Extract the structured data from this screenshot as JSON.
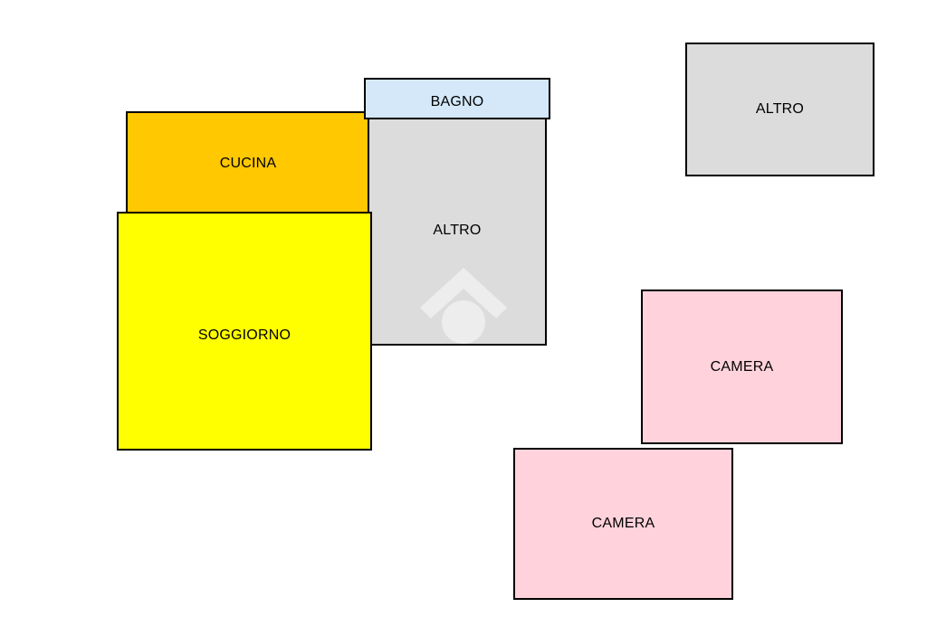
{
  "colors": {
    "cucina": "#FFC800",
    "soggiorno": "#FFFF00",
    "altro": "#DCDCDC",
    "bagno": "#D4E8FA",
    "camera": "#FFD2DC",
    "border": "#000000",
    "background": "#FFFFFF"
  },
  "rooms": {
    "cucina": "CUCINA",
    "soggiorno": "SOGGIORNO",
    "altro_center": "ALTRO",
    "bagno": "BAGNO",
    "altro_right": "ALTRO",
    "camera_1": "CAMERA",
    "camera_2": "CAMERA"
  },
  "watermark": {
    "icon": "house-logo-icon"
  }
}
